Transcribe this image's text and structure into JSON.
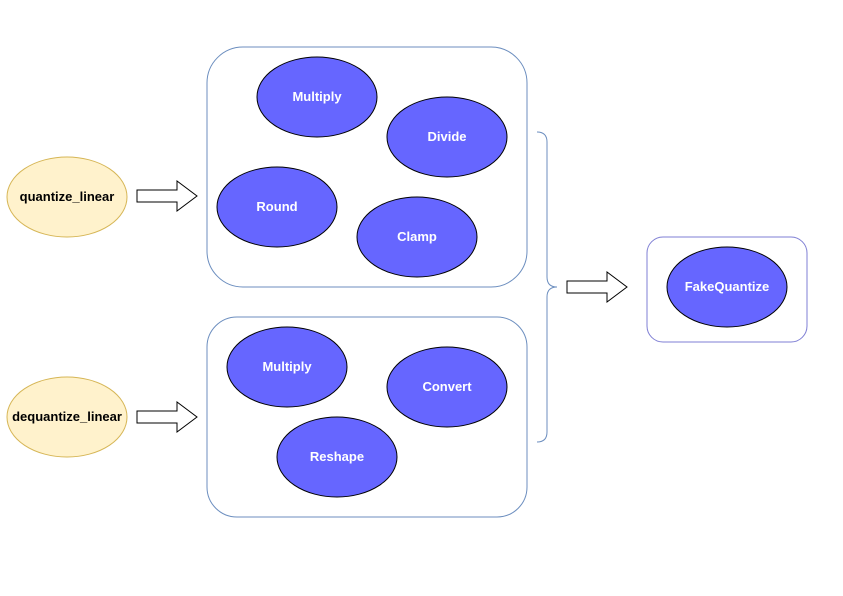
{
  "inputs": {
    "quantize": "quantize_linear",
    "dequantize": "dequantize_linear"
  },
  "quantize_group": {
    "multiply": "Multiply",
    "divide": "Divide",
    "round": "Round",
    "clamp": "Clamp"
  },
  "dequantize_group": {
    "multiply": "Multiply",
    "convert": "Convert",
    "reshape": "Reshape"
  },
  "output": {
    "fake_quantize": "FakeQuantize"
  },
  "colors": {
    "input_fill": "#fff2cc",
    "input_stroke": "#d6b656",
    "op_fill": "#6666ff",
    "op_stroke": "#000000",
    "op_text": "#ffffff",
    "group_stroke": "#6c8ebf",
    "group_stroke_alt": "#7f7fd4",
    "arrow_fill": "#ffffff",
    "arrow_stroke": "#000000"
  }
}
